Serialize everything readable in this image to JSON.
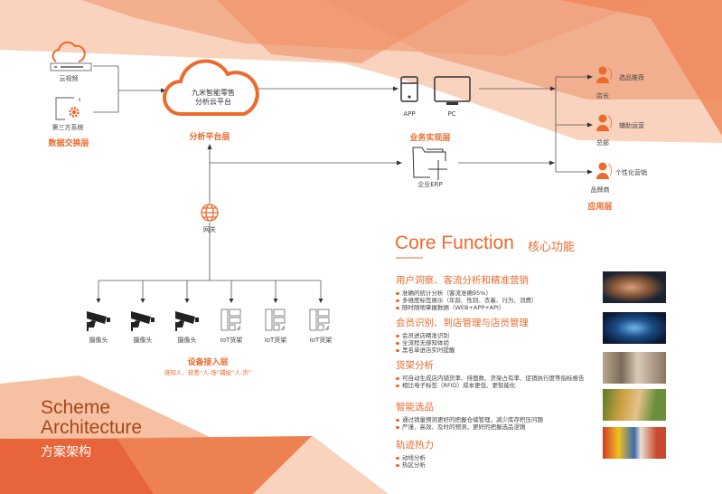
{
  "colors": {
    "accent": "#ec6a2c",
    "dark_orange": "#e8643a",
    "peach": "#f7c6ac",
    "text_brown": "#a8461a"
  },
  "data_exchange": {
    "cloud_video": "云视频",
    "third_party": "第三方系统",
    "layer": "数据交换层"
  },
  "platform": {
    "cloud_line1": "九米智能零售",
    "cloud_line2": "分析云平台",
    "layer": "分析平台层"
  },
  "business": {
    "app": "APP",
    "pc": "PC",
    "layer": "业务实现层",
    "erp": "企业ERP"
  },
  "application": {
    "roles": [
      {
        "name": "店长",
        "function": "选品推荐"
      },
      {
        "name": "总部",
        "function": "辅助运营"
      },
      {
        "name": "品牌商",
        "function": "个性化营销"
      }
    ],
    "layer": "应用层"
  },
  "gateway": {
    "label": "网关"
  },
  "devices": {
    "items": [
      {
        "label": "摄像头",
        "icon": "camera-icon"
      },
      {
        "label": "摄像头",
        "icon": "camera-icon"
      },
      {
        "label": "摄像头",
        "icon": "camera-icon"
      },
      {
        "label": "IoT货架",
        "icon": "shelf-icon"
      },
      {
        "label": "IoT货架",
        "icon": "shelf-icon"
      },
      {
        "label": "IoT货架",
        "icon": "shelf-icon"
      }
    ],
    "layer": "设备接入层",
    "subtitle": "感知人、获悉“人-场”捕捉“人-货”"
  },
  "core": {
    "title_en": "Core Function",
    "title_cn": "核心功能",
    "sections": [
      {
        "title": "用户洞察、客流分析和精准营销",
        "items": [
          "准确的统计分析（客流准确95%）",
          "多维度标签展示（年龄、性别、衣着、行为、消费）",
          "随时随地掌握数据（WEB+APP+API）"
        ]
      },
      {
        "title": "会员识别、到店管理与店员管理",
        "items": [
          "会员进店精准识别",
          "全流程无感知体验",
          "黑名单进店实时提醒"
        ]
      },
      {
        "title": "货架分析",
        "items": [
          "可自动生成店内铺货率、排面数、货架占有率、促销执行度等指标报告",
          "相比电子标签（RFID）成本更低、更智能化"
        ]
      },
      {
        "title": "智能选品",
        "items": [
          "通过销量预测更好的把握仓储管理，减少库存积压问题",
          "严谨、高效、及时的预测，更好的把握选品逻辑"
        ]
      },
      {
        "title": "轨迹热力",
        "items": [
          "动线分析",
          "热区分析"
        ]
      }
    ]
  },
  "scheme": {
    "line1": "Scheme",
    "line2": "Architecture",
    "cn": "方案架构"
  }
}
